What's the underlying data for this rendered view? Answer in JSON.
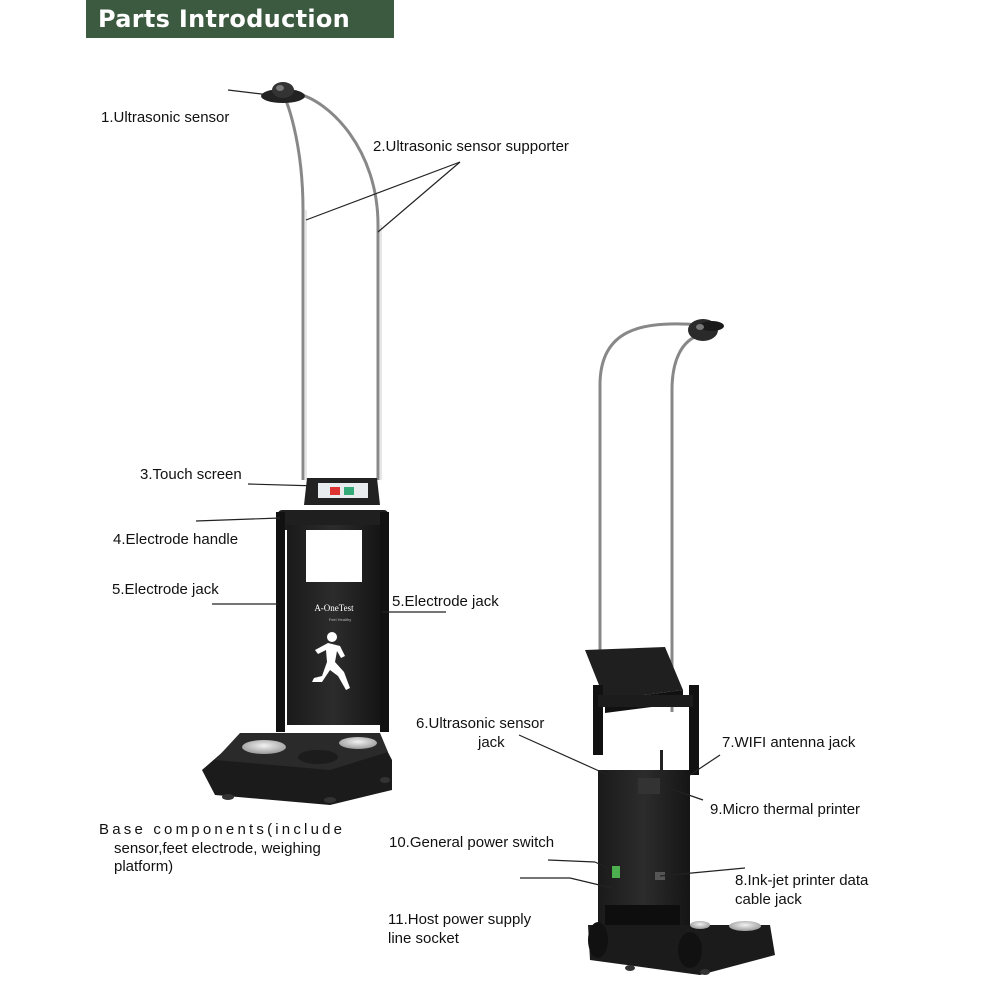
{
  "header": {
    "title": "Parts Introduction"
  },
  "labels": {
    "ultrasonic_sensor": "1.Ultrasonic sensor",
    "sensor_supporter": "2.Ultrasonic sensor supporter",
    "touch_screen": "3.Touch screen",
    "electrode_handle": "4.Electrode handle",
    "electrode_jack_left": "5.Electrode jack",
    "electrode_jack_right": "5.Electrode jack",
    "base_line1": "Base components(include",
    "base_line2": "sensor,feet electrode, weighing",
    "base_line3": "platform)",
    "sensor_jack_line1": "6.Ultrasonic sensor",
    "sensor_jack_line2": "jack",
    "wifi_jack": "7.WIFI antenna jack",
    "thermal_printer": "9.Micro thermal printer",
    "power_switch": "10.General power switch",
    "inkjet_line1": "8.Ink-jet printer data",
    "inkjet_line2": "cable jack",
    "power_socket_line1": "11.Host power supply",
    "power_socket_line2": "line socket"
  },
  "device": {
    "brand": "A-OneTest",
    "tagline": "Feel Healthy"
  }
}
